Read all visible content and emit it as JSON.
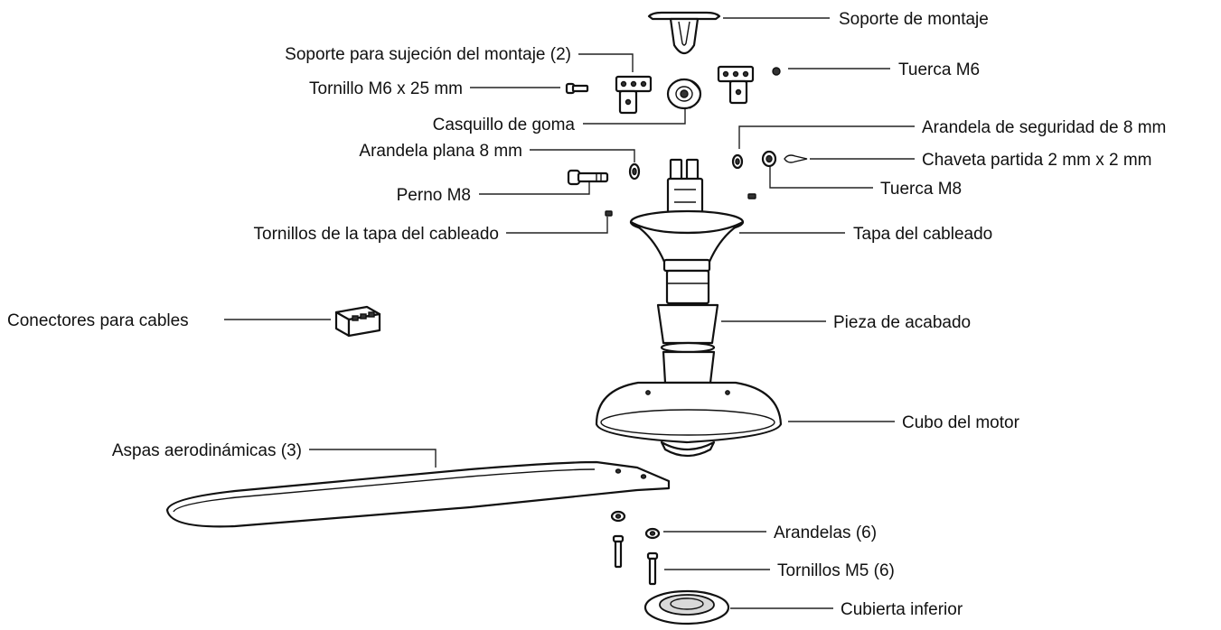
{
  "labels": {
    "soporte_montaje": "Soporte de montaje",
    "soporte_sujecion": "Soporte para sujeción del montaje (2)",
    "tuerca_m6": "Tuerca M6",
    "tornillo_m6": "Tornillo M6 x 25 mm",
    "casquillo": "Casquillo de goma",
    "arandela_seguridad": "Arandela de seguridad de 8 mm",
    "arandela_plana": "Arandela plana 8 mm",
    "chaveta": "Chaveta partida 2 mm x 2 mm",
    "perno_m8": "Perno M8",
    "tuerca_m8": "Tuerca M8",
    "tornillos_tapa": "Tornillos de la tapa del cableado",
    "tapa_cableado": "Tapa del cableado",
    "conectores": "Conectores para cables",
    "pieza_acabado": "Pieza de acabado",
    "cubo_motor": "Cubo del motor",
    "aspas": "Aspas aerodinámicas (3)",
    "arandelas": "Arandelas (6)",
    "tornillos_m5": "Tornillos M5 (6)",
    "cubierta_inferior": "Cubierta inferior"
  }
}
